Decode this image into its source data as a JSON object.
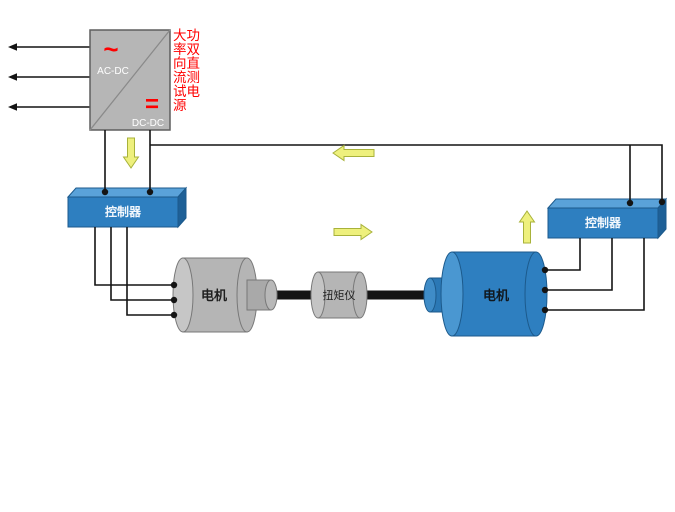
{
  "diagram": {
    "power_supply": {
      "ac_symbol": "~",
      "ac_label": "AC-DC",
      "dc_symbol": "=",
      "dc_label": "DC-DC",
      "name": "大功率双向直流测试电源"
    },
    "left_controller": {
      "label": "控制器"
    },
    "right_controller": {
      "label": "控制器"
    },
    "left_motor": {
      "label": "电机"
    },
    "right_motor": {
      "label": "电机"
    },
    "torque_meter": {
      "label": "扭矩仪"
    },
    "colors": {
      "device_blue": "#2e7fc0",
      "machine_gray": "#b5b5b5",
      "flow_arrow_yellow": "#eef07d",
      "supply_accent_red": "#ff0000",
      "wire_black": "#141414"
    }
  }
}
